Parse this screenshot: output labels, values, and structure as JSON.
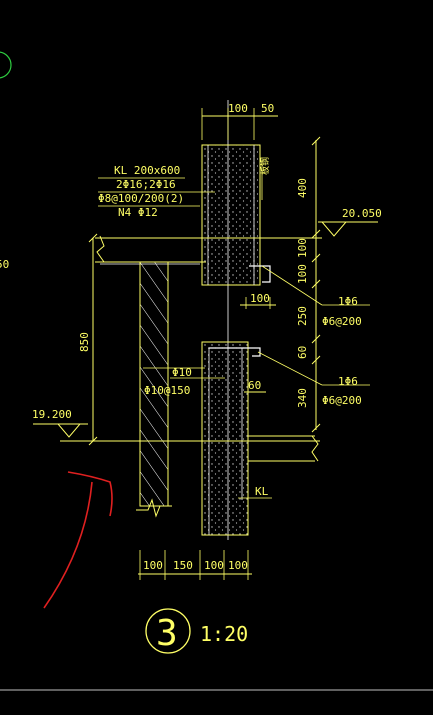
{
  "drawing": {
    "dims_top": [
      "100",
      "50"
    ],
    "beam_note": {
      "line1": "KL 200x600",
      "line2": "2Φ16;2Φ16",
      "line3": "Φ8@100/200(2)",
      "line4": "N4 Φ12"
    },
    "slab_note": "板钢",
    "elev_top": "20.050",
    "elev_left": "19.200",
    "elev_cut": "50",
    "dims_right": [
      "400",
      "100",
      "100",
      "250",
      "60",
      "340"
    ],
    "dim_left_850": "850",
    "dim_100_mid": "100",
    "dim_60": "60",
    "callout1": {
      "a": "1Φ6",
      "b": "Φ6@200"
    },
    "callout2": {
      "a": "1Φ6",
      "b": "Φ6@200"
    },
    "rebar_note": {
      "a": "Φ10",
      "b": "Φ10@150"
    },
    "label_kl": "KL",
    "dims_bottom": [
      "100",
      "150",
      "100",
      "100"
    ],
    "detail_number": "3",
    "scale": "1:20"
  },
  "colors": {
    "line": "#ffff66",
    "white": "#ffffff",
    "green": "#2ecc40",
    "red": "#e02020",
    "dots": "#c8c8c8"
  }
}
